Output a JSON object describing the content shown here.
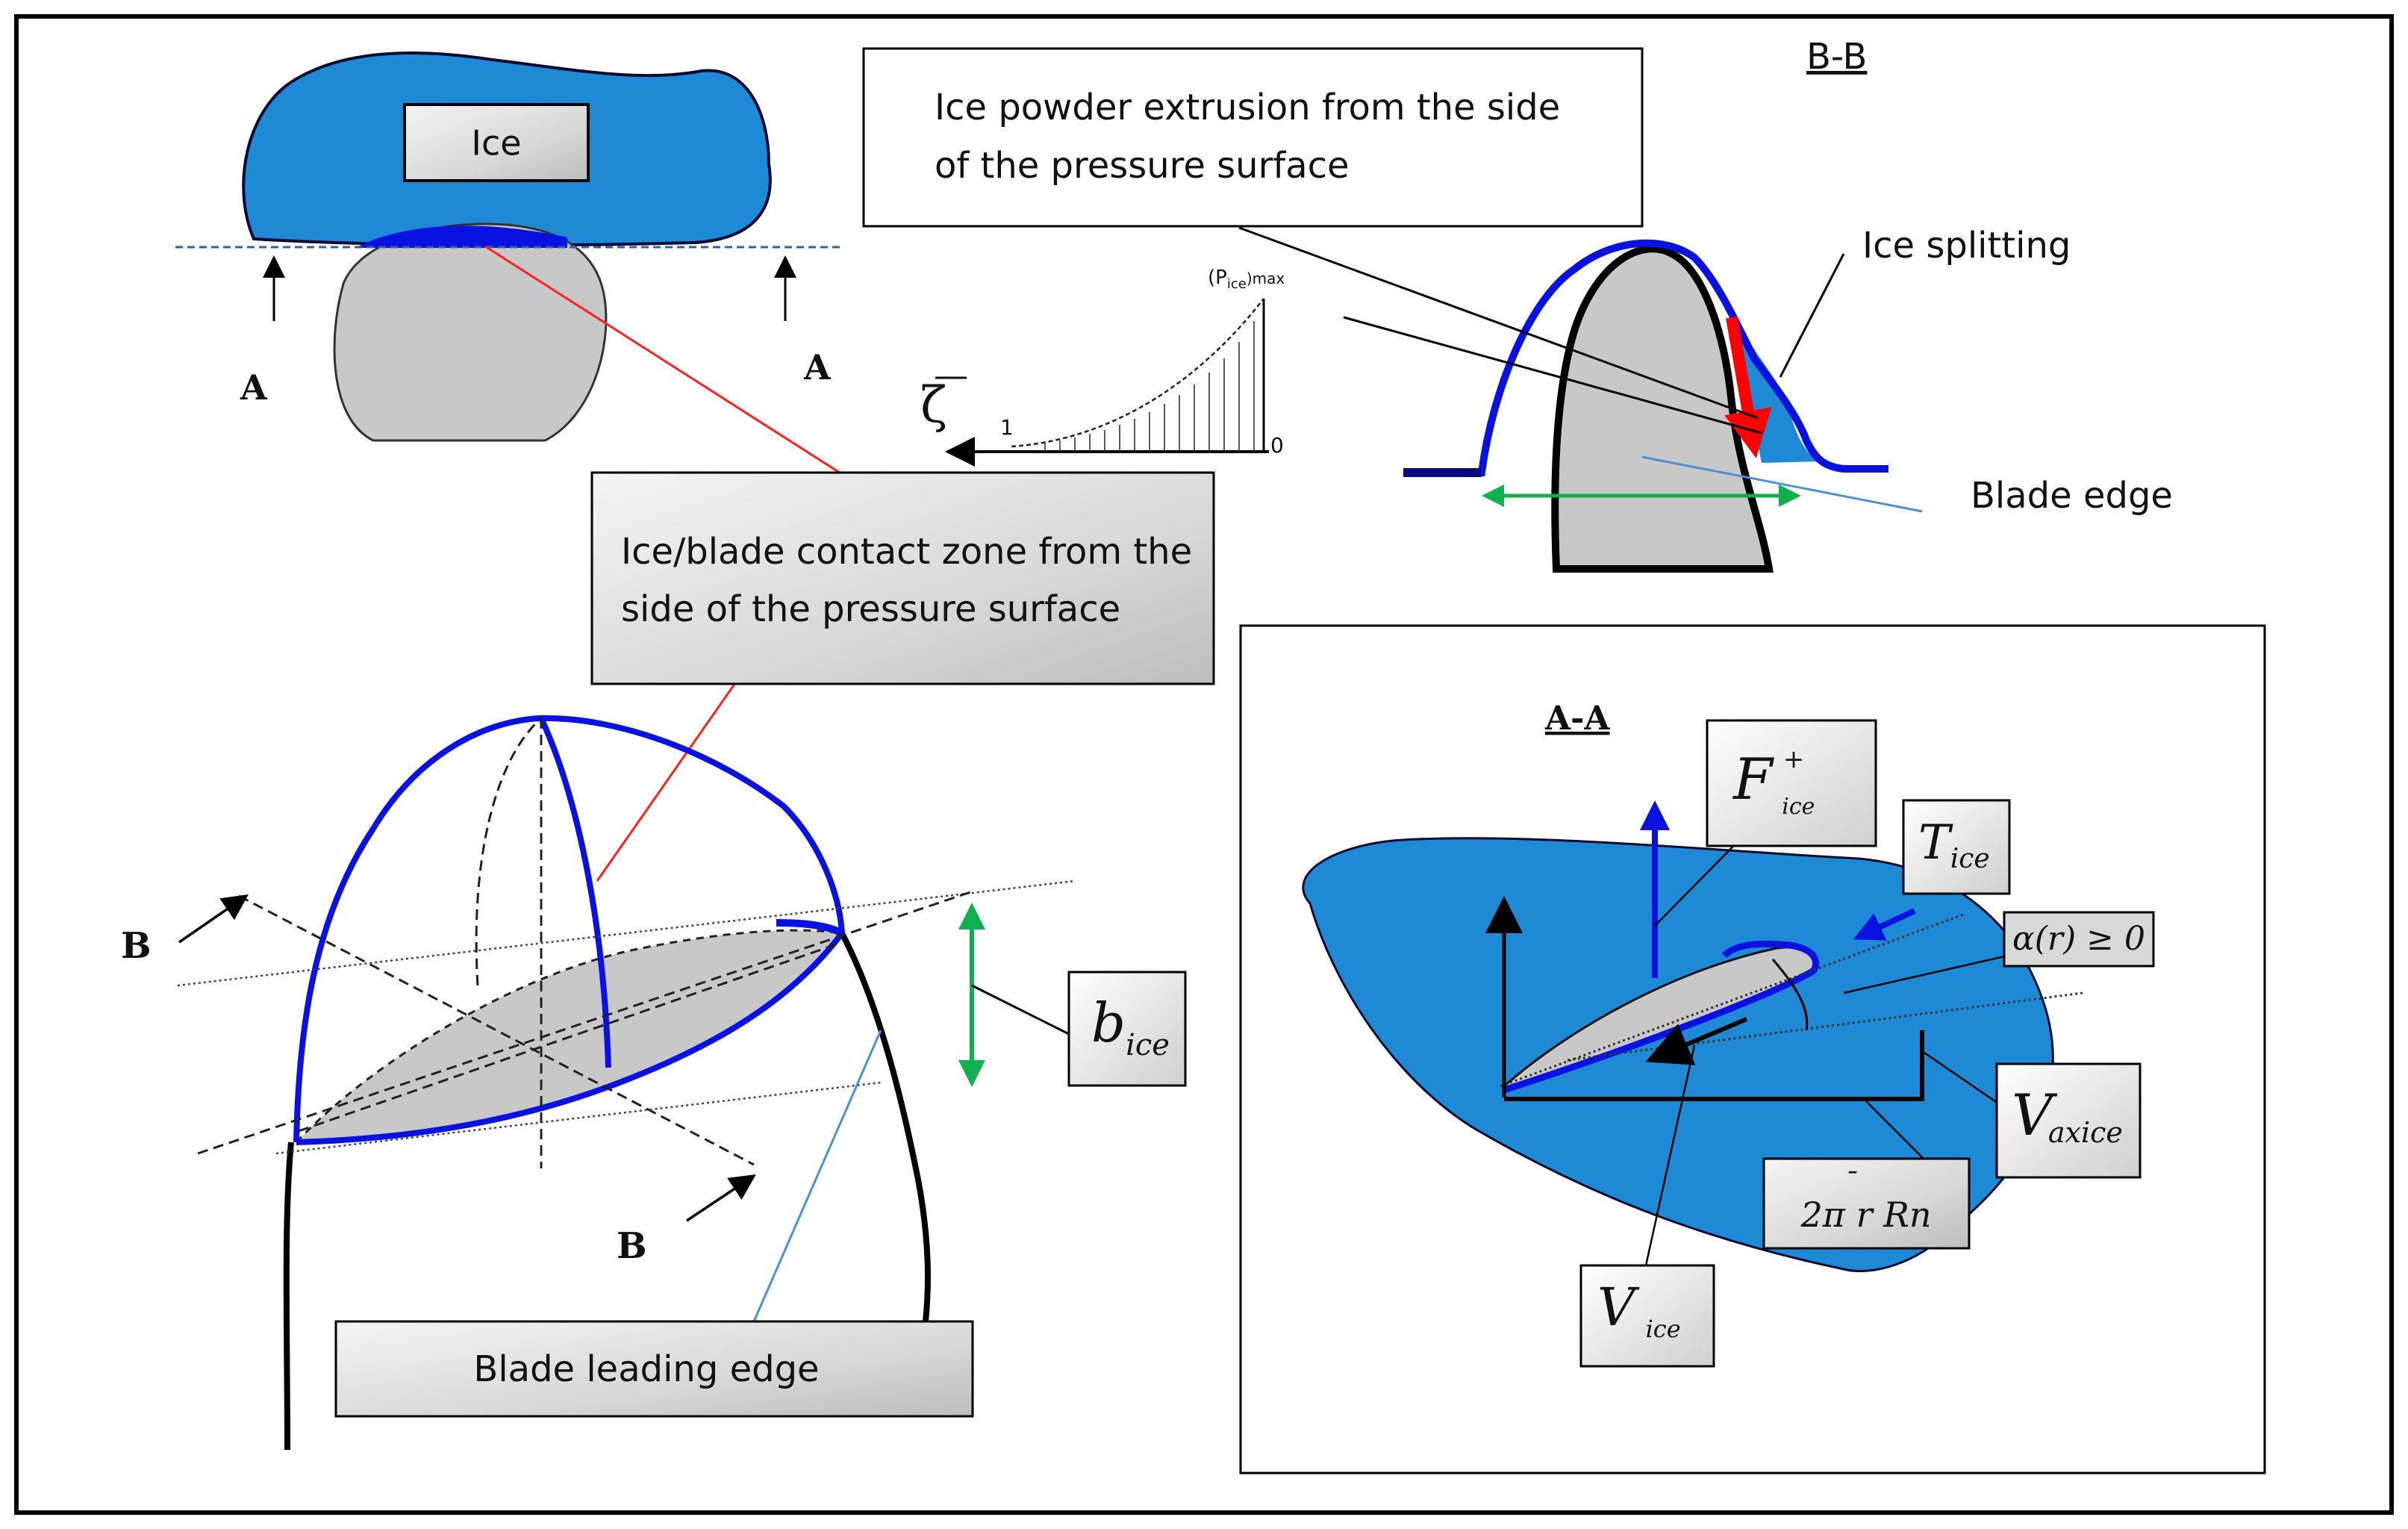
{
  "labels": {
    "ice": "Ice",
    "section_a_left": "A",
    "section_a_right": "A",
    "section_bb": "B-B",
    "extrusion_note": [
      "Ice powder extrusion from the side",
      "of the pressure surface"
    ],
    "ice_splitting": "Ice splitting",
    "blade_edge": "Blade edge",
    "contact_zone": [
      "Ice/blade contact zone from the",
      "side of the pressure surface"
    ],
    "section_b_upper": "B",
    "section_b_lower": "B",
    "b_ice_main": "b",
    "b_ice_sub": "ice",
    "blade_leading_edge": "Blade leading edge",
    "section_aa": "A-A",
    "f_main": "F",
    "f_sup": "+",
    "f_sub": "ice",
    "t_main": "T",
    "t_sub": "ice",
    "alpha_label": "α(r) ≥ 0",
    "v_axice_main": "V",
    "v_axice_sub": "axice",
    "two_pi_rn": "2π r Rn",
    "two_pi_bar": "¯",
    "v_ice_main": "V",
    "v_ice_sub": "ice"
  },
  "pressure_plot": {
    "zeta_symbol": "ζ",
    "zeta_bar": "—",
    "p_max_main": "(P",
    "p_max_sub": "ice",
    "p_max_tail": ")max",
    "tick_one": "1",
    "tick_zero": "0"
  },
  "colors": {
    "ice_blue": "#1e8ad6",
    "outline_blue": "#0a12e0",
    "blade_grey": "#c8c8c8",
    "contact_red": "#ff0000",
    "arrow_green": "#10b050",
    "leader_light_blue": "#4f8fd8",
    "navy": "#0a0a80"
  }
}
